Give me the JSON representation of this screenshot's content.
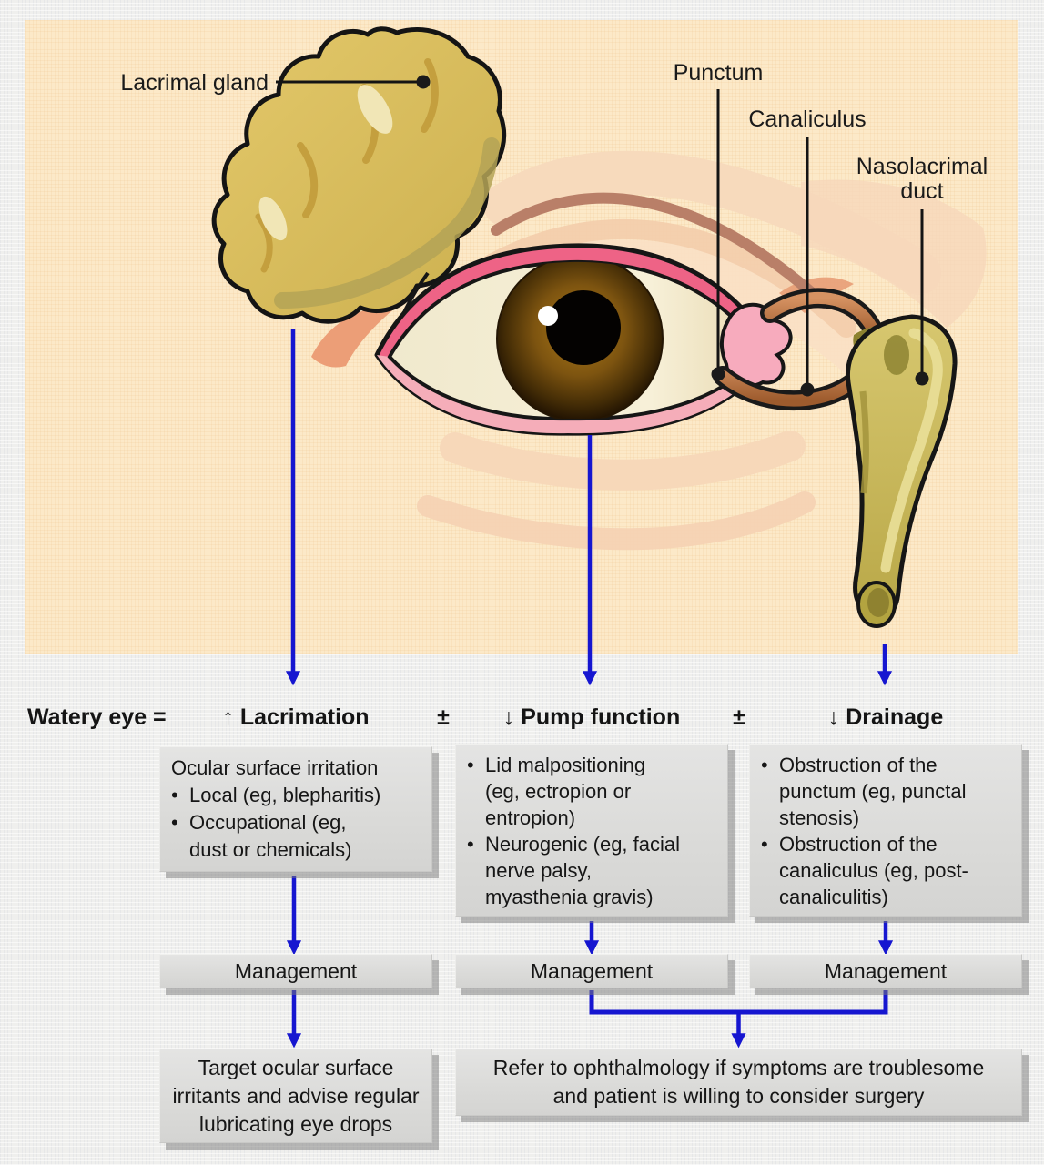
{
  "anatomy": {
    "labels": {
      "lacrimal_gland": "Lacrimal gland",
      "punctum": "Punctum",
      "canaliculus": "Canaliculus",
      "nasolacrimal_line1": "Nasolacrimal",
      "nasolacrimal_line2": "duct"
    }
  },
  "equation": {
    "lhs": "Watery eye =",
    "term1_arrow": "↑",
    "term1": "Lacrimation",
    "op1": "±",
    "term2_arrow": "↓",
    "term2": "Pump function",
    "op2": "±",
    "term3_arrow": "↓",
    "term3": "Drainage"
  },
  "columns": [
    {
      "heading": "Ocular surface irritation",
      "causes": [
        {
          "lines": [
            "Local (eg, blepharitis)"
          ]
        },
        {
          "lines": [
            "Occupational (eg,",
            "dust or chemicals)"
          ]
        }
      ],
      "management": "Management",
      "outcome_lines": [
        "Target ocular surface",
        "irritants and advise regular",
        "lubricating eye drops"
      ]
    },
    {
      "causes": [
        {
          "lines": [
            "Lid malpositioning",
            "(eg, ectropion or",
            "entropion)"
          ]
        },
        {
          "lines": [
            "Neurogenic (eg, facial",
            "nerve palsy,",
            "myasthenia gravis)"
          ]
        }
      ],
      "management": "Management"
    },
    {
      "causes": [
        {
          "lines": [
            "Obstruction of the",
            "punctum (eg, punctal",
            "stenosis)"
          ]
        },
        {
          "lines": [
            "Obstruction of the",
            "canaliculus (eg, post-",
            "canaliculitis)"
          ]
        }
      ],
      "management": "Management"
    }
  ],
  "referral": {
    "lines": [
      "Refer to ophthalmology if symptoms are troublesome",
      "and patient is willing to consider surgery"
    ]
  },
  "colors": {
    "accent_blue": "#1616d0",
    "panel_peach": "#fce9c8",
    "box_gray": "#dcdcdc",
    "gland_yellow": "#d9bc5e",
    "duct_olive": "#cdbd62",
    "lid_pink": "#ee6386"
  }
}
